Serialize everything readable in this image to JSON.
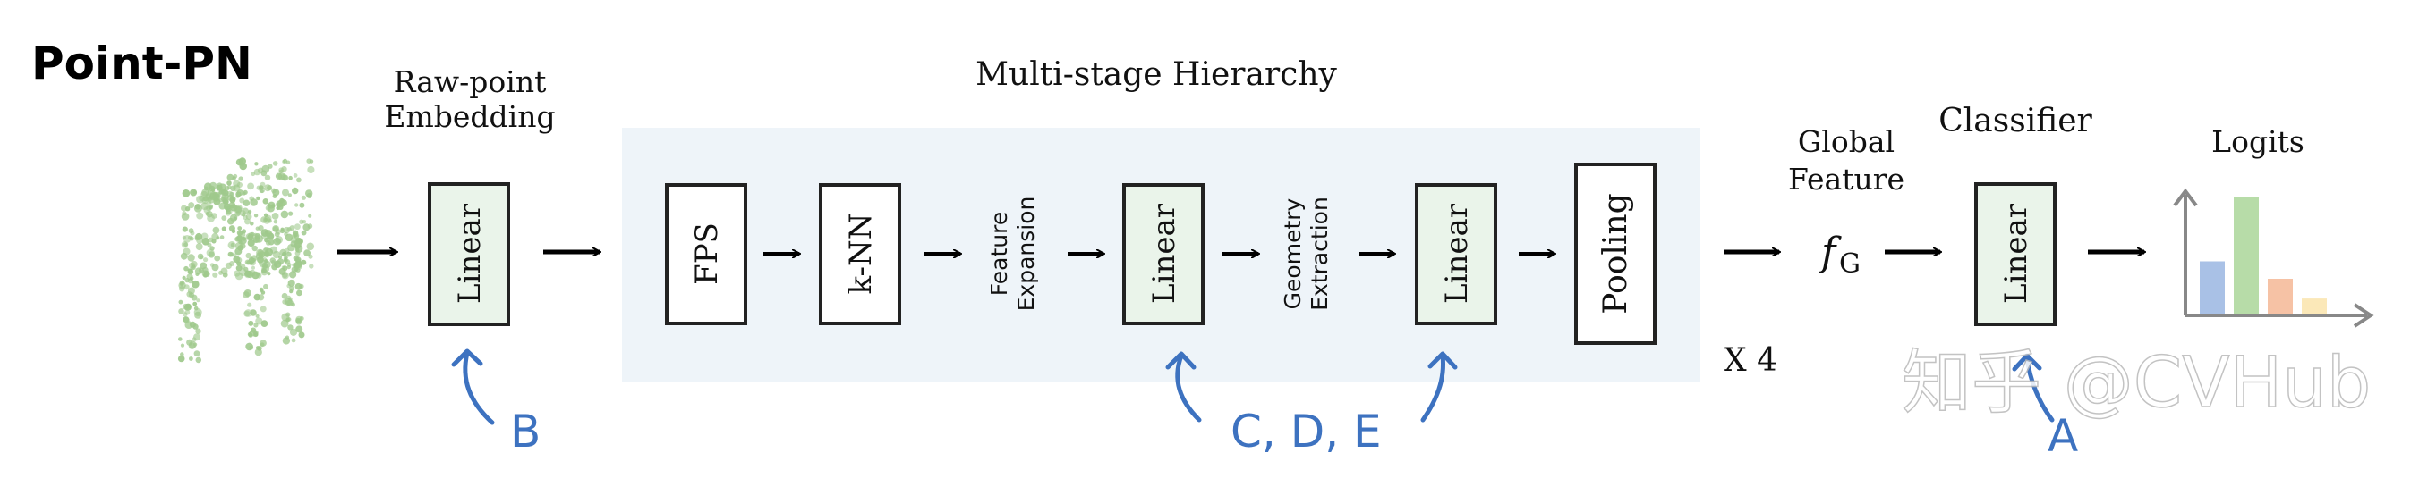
{
  "title": "Point-PN",
  "headers": {
    "raw_point": [
      "Raw-point",
      "Embedding"
    ],
    "multi_stage": "Multi-stage Hierarchy",
    "global_feature": [
      "Global",
      "Feature"
    ],
    "classifier": "Classifier",
    "logits": "Logits"
  },
  "blocks": {
    "linear_embed": "Linear",
    "fps": "FPS",
    "knn": "k-NN",
    "feature_expansion": [
      "Feature",
      "Expansion"
    ],
    "linear_stage_1": "Linear",
    "geometry_extraction": [
      "Geometry",
      "Extraction"
    ],
    "linear_stage_2": "Linear",
    "pooling": "Pooling",
    "linear_classifier": "Linear"
  },
  "repeat": "X 4",
  "global_feature_symbol": "f",
  "global_feature_subscript": "G",
  "annotations": {
    "b": "B",
    "cde": "C, D, E",
    "a": "A"
  },
  "watermark": "知乎 @CVHub",
  "colors": {
    "stage_background": "#eef4f9",
    "block_fill": "#eaf4ea",
    "annotation_blue": "#3d72c0",
    "bar_blue": "#a9c1e6",
    "bar_green": "#b7dca8",
    "bar_orange": "#f6c2a5",
    "bar_yellow": "#fbe8b8",
    "point_cloud_green": "#9fc98c"
  },
  "logit_levels": [
    0.45,
    1.0,
    0.3,
    0.13
  ]
}
